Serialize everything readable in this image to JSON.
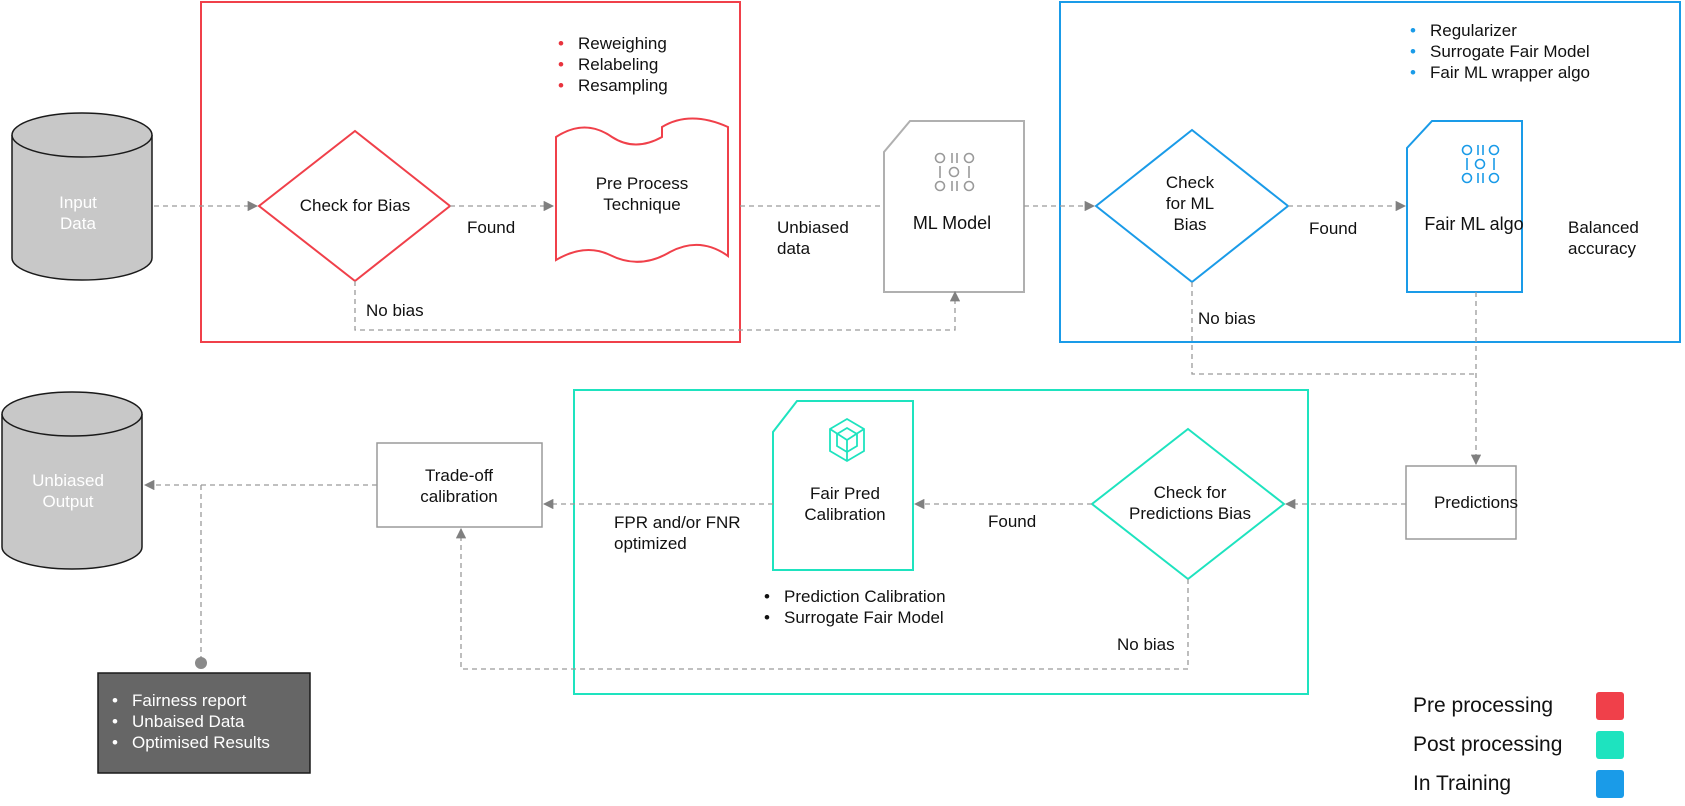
{
  "colors": {
    "pre": "#f0404a",
    "post": "#1ee3bf",
    "training": "#1a9be8",
    "grey_fill": "#c8c8c8",
    "grey_stroke": "#8a8a8a",
    "report_fill": "#666666",
    "line": "#9a9a9a"
  },
  "nodes": {
    "input_data": [
      "Input",
      "Data"
    ],
    "unbiased_output": [
      "Unbiased",
      "Output"
    ],
    "check_for_bias": "Check for Bias",
    "pre_process": [
      "Pre Process",
      "Technique"
    ],
    "ml_model": "ML Model",
    "check_ml_bias": [
      "Check",
      "for ML",
      "Bias"
    ],
    "fair_ml_algo": "Fair ML algo",
    "predictions": "Predictions",
    "check_pred_bias": [
      "Check for",
      "Predictions Bias"
    ],
    "fair_pred_calibration": [
      "Fair Pred",
      "Calibration"
    ],
    "tradeoff_calibration": [
      "Trade-off",
      "calibration"
    ]
  },
  "edge_labels": {
    "found_pre": "Found",
    "no_bias_pre": "No bias",
    "unbiased_data": [
      "Unbiased",
      "data"
    ],
    "found_train": "Found",
    "no_bias_train": "No bias",
    "balanced_accuracy": [
      "Balanced",
      "accuracy"
    ],
    "found_post": "Found",
    "no_bias_post": "No bias",
    "fpr_fnr": [
      "FPR and/or FNR",
      "optimized"
    ]
  },
  "lists": {
    "pre_techniques": [
      "Reweighing",
      "Relabeling",
      "Resampling"
    ],
    "training_techniques": [
      "Regularizer",
      "Surrogate Fair Model",
      "Fair ML wrapper algo"
    ],
    "post_techniques": [
      "Prediction Calibration",
      "Surrogate Fair Model"
    ],
    "report": [
      "Fairness report",
      "Unbaised Data",
      "Optimised Results"
    ]
  },
  "legend": [
    {
      "label": "Pre processing",
      "color": "#f0404a"
    },
    {
      "label": "Post processing",
      "color": "#1ee3bf"
    },
    {
      "label": "In Training",
      "color": "#1a9be8"
    }
  ]
}
